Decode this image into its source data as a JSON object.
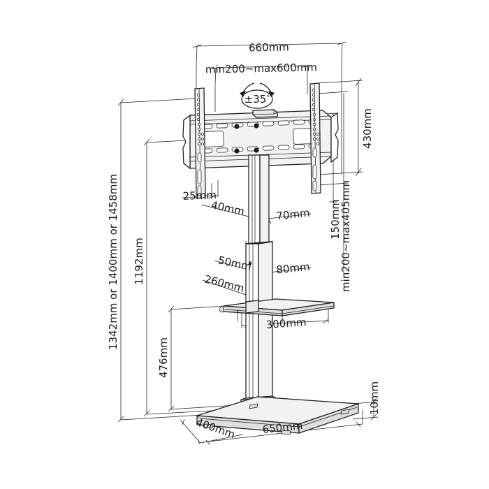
{
  "drawing": {
    "title": "TV floor stand with mount - dimensioned technical drawing",
    "type": "isometric-line-drawing",
    "units": "mm",
    "line_color": "#1c1c1c",
    "background": "#ffffff"
  },
  "dimensions": {
    "bracket_total_width": "660mm",
    "vesa_width_range": "min200~max600mm",
    "bracket_height": "430mm",
    "vesa_height_range": "min200~max405mm",
    "bracket_plate_to_rail": "150mm",
    "plate_offset": "25mm",
    "column_upper_depth": "40mm",
    "column_upper_width": "70mm",
    "column_lower_depth": "50mm",
    "column_lower_width": "80mm",
    "shelf_depth": "260mm",
    "shelf_width": "300mm",
    "shelf_height_from_base": "476mm",
    "total_height_options": "1342mm or 1400mm or 1458mm",
    "column_height": "1192mm",
    "base_depth": "400mm",
    "base_width": "650mm",
    "base_thickness": "10mm"
  },
  "annotations": {
    "tilt_angle": "±35",
    "tilt_degree_symbol": "°"
  },
  "labels": {
    "d660": "660mm",
    "dvesa_w": "min200~max600mm",
    "d430": "430mm",
    "dvesa_h": "min200~max405mm",
    "d150": "150mm",
    "d25": "25mm",
    "d40": "40mm",
    "d70": "70mm",
    "d50": "50mm",
    "d80": "80mm",
    "d260": "260mm",
    "d300": "300mm",
    "d476": "476mm",
    "dtotal": "1342mm or 1400mm or 1458mm",
    "d1192": "1192mm",
    "d400": "400mm",
    "d650": "650mm",
    "d10": "10mm",
    "angle": "±35°"
  }
}
